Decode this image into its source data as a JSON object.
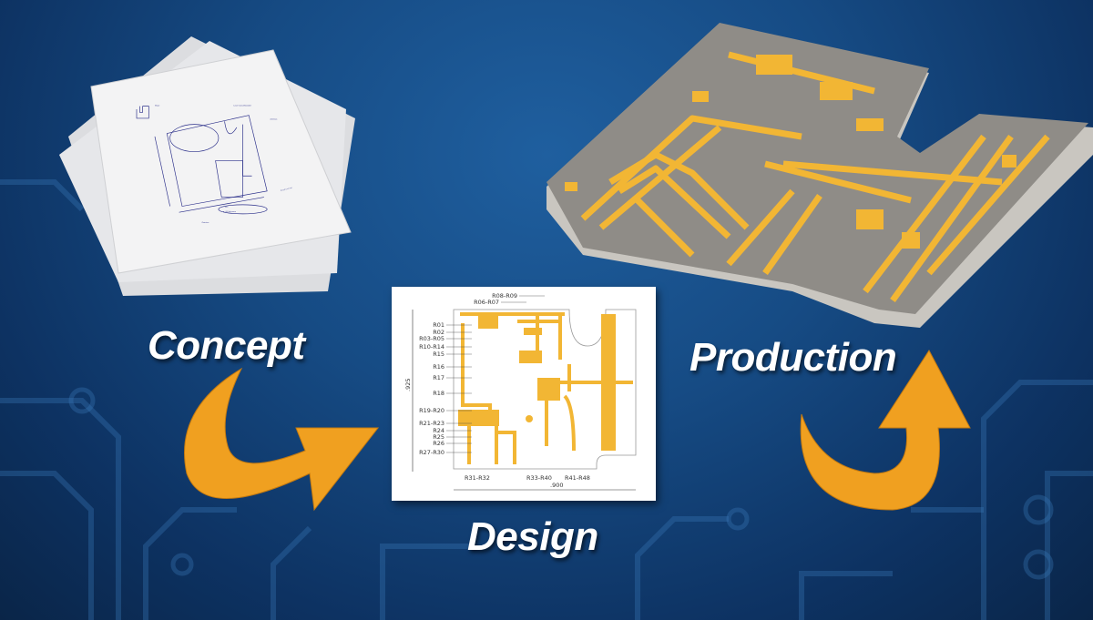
{
  "stages": [
    {
      "label": "Concept"
    },
    {
      "label": "Design"
    },
    {
      "label": "Production"
    }
  ],
  "concept_sketch": {
    "annotations": [
      "Shape",
      "Laser Cutout/Rounded",
      "Antennas",
      "Rough Concept",
      "Resistors",
      ".900",
      "± .002 tolerance"
    ]
  },
  "design_drawing": {
    "component_labels": [
      "R08-R09",
      "R06-R07",
      "R01",
      "R02",
      "R03-R05",
      "R10-R14",
      "R15",
      "R16",
      "R17",
      "R18",
      "R19-R20",
      "R21-R23",
      "R24",
      "R25",
      "R26",
      "R27-R30",
      "R31-R32",
      "R33-R40",
      "R41-R48"
    ],
    "dimension_width": ".900",
    "dimension_height": ".925"
  },
  "colors": {
    "background": "#164b84",
    "arrow": "#f0a020",
    "gold": "#f2b634",
    "substrate": "#8f8c87"
  }
}
